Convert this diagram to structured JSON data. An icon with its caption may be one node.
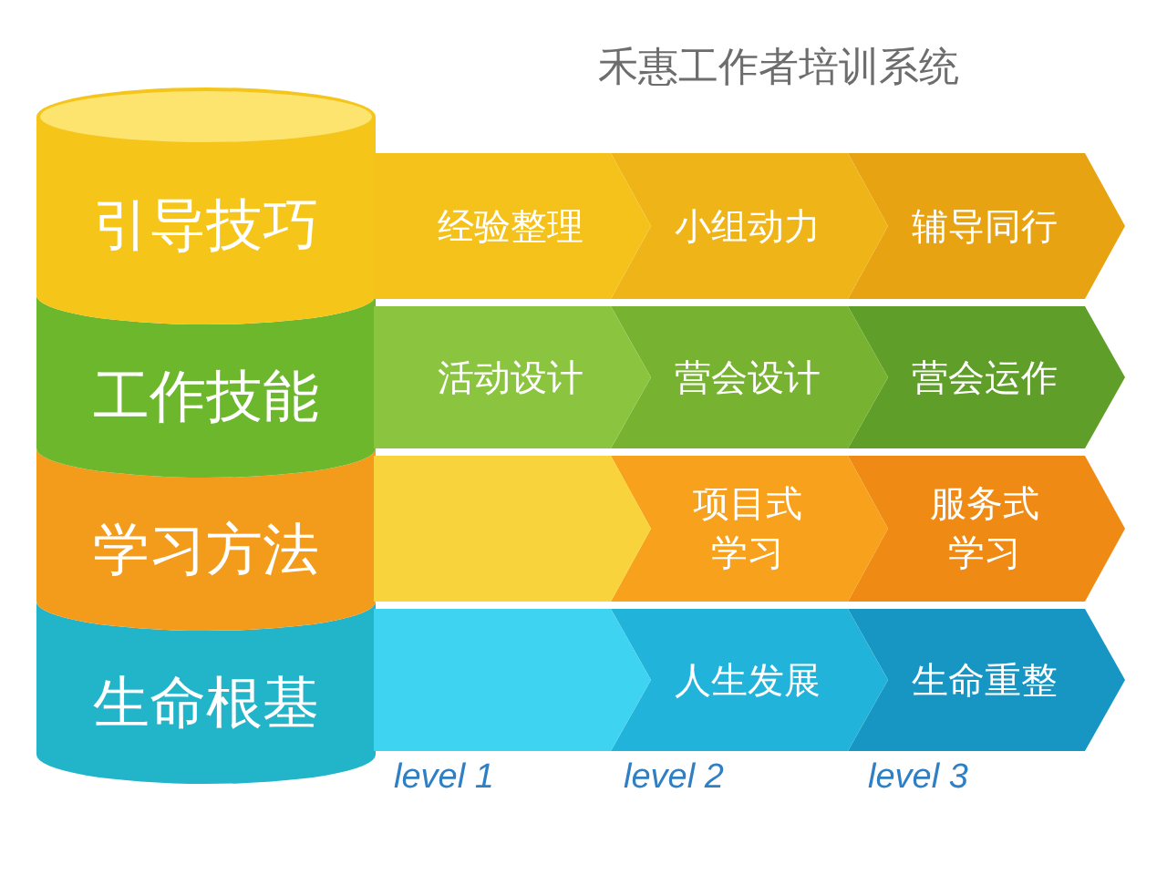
{
  "diagram": {
    "title": "禾惠工作者培训系统",
    "nodes": [
      {
        "text": [
          "引导技巧"
        ]
      },
      {
        "text": [
          "工作技能"
        ]
      },
      {
        "text": [
          "学习方法"
        ]
      },
      {
        "text": [
          "生命根基"
        ]
      },
      {
        "text": [
          "经验整理"
        ]
      },
      {
        "text": [
          "小组动力"
        ]
      },
      {
        "text": [
          "辅导同行"
        ]
      },
      {
        "text": [
          "活动设计"
        ]
      },
      {
        "text": [
          "营会设计"
        ]
      },
      {
        "text": [
          "营会运作"
        ]
      },
      {
        "text": [],
        "shape": "chevron"
      },
      {
        "text": [
          "项目式学习"
        ]
      },
      {
        "text": [
          "服务式学习"
        ]
      },
      {
        "text": [],
        "shape": "chevron"
      },
      {
        "text": [
          "人生发展"
        ]
      },
      {
        "text": [
          "生命重整"
        ]
      }
    ],
    "labels": [
      "level 1",
      "level 2",
      "level 3"
    ]
  }
}
